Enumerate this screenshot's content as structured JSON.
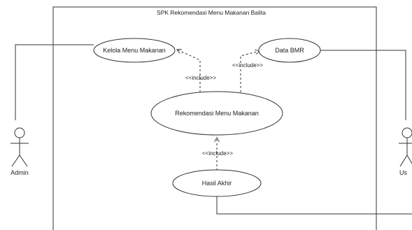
{
  "diagram": {
    "system_title": "SPK Rekomendasi Menu Makanan Balita",
    "use_cases": {
      "kelola_menu": "Kelola Menu Makanan",
      "data_bmr": "Data BMR",
      "rekomendasi": "Rekomendasi Menu Makanan",
      "hasil_akhir": "Hasil Akhir"
    },
    "actors": {
      "admin": "Admin",
      "user": "Us"
    },
    "relations": {
      "include_left": "<<include>>",
      "include_right": "<<include>>",
      "include_bottom": "<<include>>"
    }
  }
}
